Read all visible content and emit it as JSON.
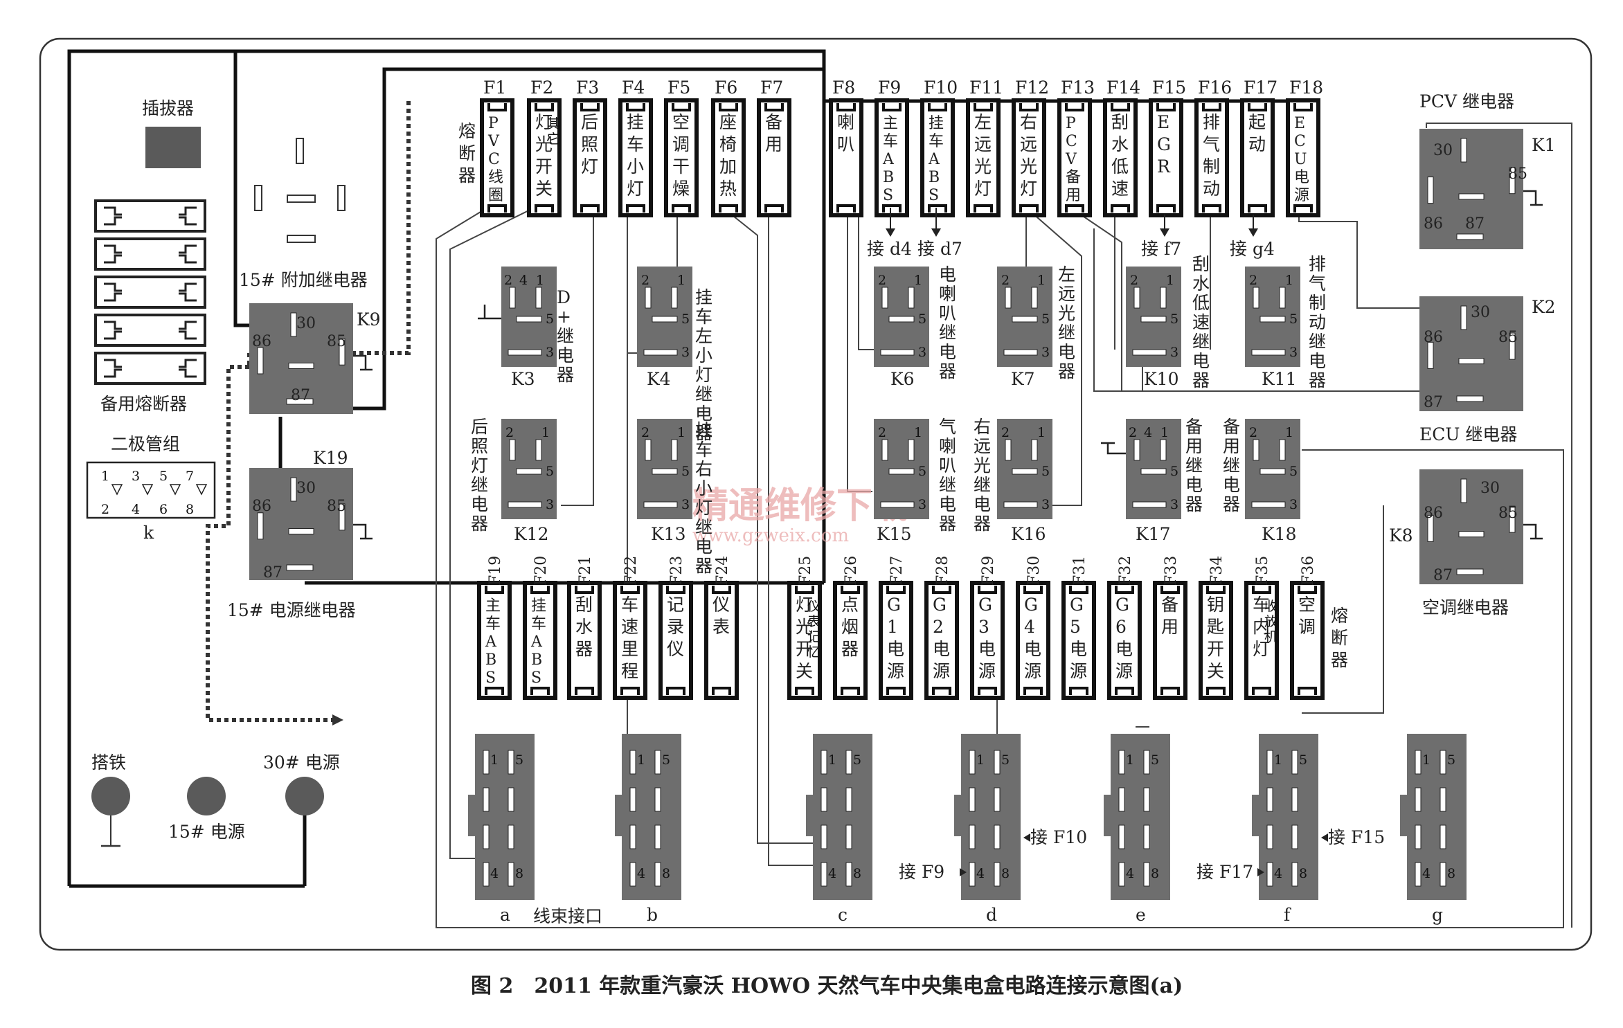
{
  "caption": "图 2　2011 年款重汽豪沃 HOWO 天然气车中央集电盒电路连接示意图(a)",
  "watermark": {
    "main": "精通维修下载",
    "url": "www.gzweix.com"
  },
  "labels": {
    "chabaqi": "插拔器",
    "fuse_box_top": "熔断器",
    "fuse_box_bottom": "熔断器",
    "spare_fuses": "备用熔断器",
    "diode_group": "二极管组",
    "diode_k": "k",
    "diode_pins": [
      "1",
      "3",
      "5",
      "7",
      "2",
      "4",
      "6",
      "8"
    ],
    "relay15_aux": "15# 附加继电器",
    "relay15_power": "15# 电源继电器",
    "ground": "搭铁",
    "power15": "15# 电源",
    "power30": "30# 电源",
    "harness": "线束接口",
    "pcv_relay": "PCV 继电器",
    "ecu_relay": "ECU 继电器",
    "ac_relay": "空调继电器"
  },
  "relays": [
    {
      "id": "K9",
      "pins": [
        "30",
        "86",
        "85",
        "87"
      ]
    },
    {
      "id": "K19",
      "pins": [
        "30",
        "86",
        "85",
        "87"
      ]
    },
    {
      "id": "K1",
      "pins": [
        "30",
        "85",
        "86",
        "87"
      ]
    },
    {
      "id": "K2",
      "pins": [
        "30",
        "86",
        "85",
        "87"
      ]
    },
    {
      "id": "K8",
      "pins": [
        "30",
        "86",
        "85",
        "87"
      ]
    }
  ],
  "mini_relays": [
    {
      "id": "K3",
      "pins": [
        "2",
        "4",
        "1",
        "5",
        "3"
      ],
      "label": "D+继电器"
    },
    {
      "id": "K4",
      "pins": [
        "2",
        "1",
        "5",
        "3"
      ],
      "label": "挂车左小灯继电器"
    },
    {
      "id": "K6",
      "pins": [
        "2",
        "1",
        "5",
        "3"
      ],
      "label": "电喇叭继电器"
    },
    {
      "id": "K7",
      "pins": [
        "2",
        "1",
        "5",
        "3"
      ],
      "label": "左远光继电器"
    },
    {
      "id": "K10",
      "pins": [
        "2",
        "1",
        "5",
        "3"
      ],
      "label": "刮水低速继电器"
    },
    {
      "id": "K11",
      "pins": [
        "2",
        "1",
        "5",
        "3"
      ],
      "label": "排气制动继电器"
    },
    {
      "id": "K12",
      "pins": [
        "2",
        "1",
        "5",
        "3"
      ],
      "label": "后照灯继电器"
    },
    {
      "id": "K13",
      "pins": [
        "2",
        "1",
        "5",
        "3"
      ],
      "label": "挂车右小灯继电器"
    },
    {
      "id": "K15",
      "pins": [
        "2",
        "1",
        "5",
        "3"
      ],
      "label": "气喇叭继电器"
    },
    {
      "id": "K16",
      "pins": [
        "2",
        "1",
        "5",
        "3"
      ],
      "label": "右远光继电器"
    },
    {
      "id": "K17",
      "pins": [
        "2",
        "4",
        "1",
        "5",
        "3"
      ],
      "label": "备用继电器"
    },
    {
      "id": "K18",
      "pins": [
        "2",
        "1",
        "5",
        "3"
      ],
      "label": "备用继电器"
    }
  ],
  "fuses_top": [
    {
      "id": "F1",
      "name": "PVC线圈"
    },
    {
      "id": "F2",
      "name": "灯光开关",
      "sub": "其它"
    },
    {
      "id": "F3",
      "name": "后照灯"
    },
    {
      "id": "F4",
      "name": "挂车小灯"
    },
    {
      "id": "F5",
      "name": "空调干燥"
    },
    {
      "id": "F6",
      "name": "座椅加热"
    },
    {
      "id": "F7",
      "name": "备用"
    },
    {
      "id": "F8",
      "name": "喇叭"
    },
    {
      "id": "F9",
      "name": "主车ABS"
    },
    {
      "id": "F10",
      "name": "挂车ABS"
    },
    {
      "id": "F11",
      "name": "左远光灯"
    },
    {
      "id": "F12",
      "name": "右远光灯"
    },
    {
      "id": "F13",
      "name": "PCV备用"
    },
    {
      "id": "F14",
      "name": "刮水低速"
    },
    {
      "id": "F15",
      "name": "EGR"
    },
    {
      "id": "F16",
      "name": "排气制动"
    },
    {
      "id": "F17",
      "name": "起动"
    },
    {
      "id": "F18",
      "name": "ECU电源"
    }
  ],
  "fuses_top_links": [
    "接 d4",
    "接 d7",
    "接 f7",
    "接 g4"
  ],
  "fuses_bottom": [
    {
      "id": "F19",
      "name": "主车ABS"
    },
    {
      "id": "F20",
      "name": "挂车ABS"
    },
    {
      "id": "F21",
      "name": "刮水器"
    },
    {
      "id": "F22",
      "name": "车速里程"
    },
    {
      "id": "F23",
      "name": "记录仪"
    },
    {
      "id": "F24",
      "name": "仪表"
    },
    {
      "id": "F25",
      "name": "灯光开关",
      "sub": "仪表记忆"
    },
    {
      "id": "F26",
      "name": "点烟器"
    },
    {
      "id": "F27",
      "name": "G1电源"
    },
    {
      "id": "F28",
      "name": "G2电源"
    },
    {
      "id": "F29",
      "name": "G3电源"
    },
    {
      "id": "F30",
      "name": "G4电源"
    },
    {
      "id": "F31",
      "name": "G5电源"
    },
    {
      "id": "F32",
      "name": "G6电源"
    },
    {
      "id": "F33",
      "name": "备用"
    },
    {
      "id": "F34",
      "name": "钥匙开关"
    },
    {
      "id": "F35",
      "name": "车内灯",
      "sub": "收放机"
    },
    {
      "id": "F36",
      "name": "空调"
    }
  ],
  "connectors": [
    {
      "id": "a",
      "pins": [
        "1",
        "5",
        "4",
        "8"
      ]
    },
    {
      "id": "b",
      "pins": [
        "1",
        "5",
        "4",
        "8"
      ]
    },
    {
      "id": "c",
      "pins": [
        "1",
        "5",
        "4",
        "8"
      ]
    },
    {
      "id": "d",
      "pins": [
        "1",
        "5",
        "4",
        "8"
      ],
      "links": [
        "接 F10",
        "接 F9"
      ]
    },
    {
      "id": "e",
      "pins": [
        "1",
        "5",
        "4",
        "8"
      ]
    },
    {
      "id": "f",
      "pins": [
        "1",
        "5",
        "4",
        "8"
      ],
      "links": [
        "接 F15",
        "接 F17"
      ]
    },
    {
      "id": "g",
      "pins": [
        "1",
        "5",
        "4",
        "8"
      ]
    }
  ]
}
